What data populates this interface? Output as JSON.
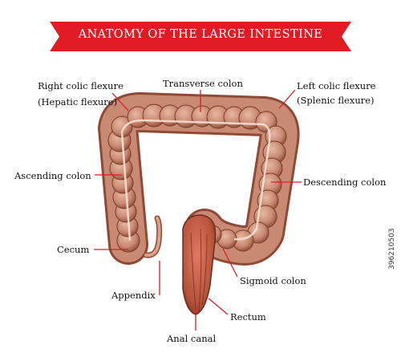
{
  "title": "ANATOMY OF THE LARGE INTESTINE",
  "colors": {
    "banner": "#e11b22",
    "colon_fill": "#c98a73",
    "colon_dark": "#8e4a35",
    "rectum": "#b5533c",
    "leader": "#e11b22",
    "text": "#111111"
  },
  "labels": {
    "right_colic_1": "Right colic flexure",
    "right_colic_2": "(Hepatic flexure)",
    "transverse": "Transverse colon",
    "left_colic_1": "Left colic flexure",
    "left_colic_2": "(Splenic flexure)",
    "ascending": "Ascending colon",
    "descending": "Descending colon",
    "cecum": "Cecum",
    "sigmoid": "Sigmoid colon",
    "appendix": "Appendix",
    "rectum": "Rectum",
    "anal_canal": "Anal canal"
  },
  "watermark": "396210503"
}
